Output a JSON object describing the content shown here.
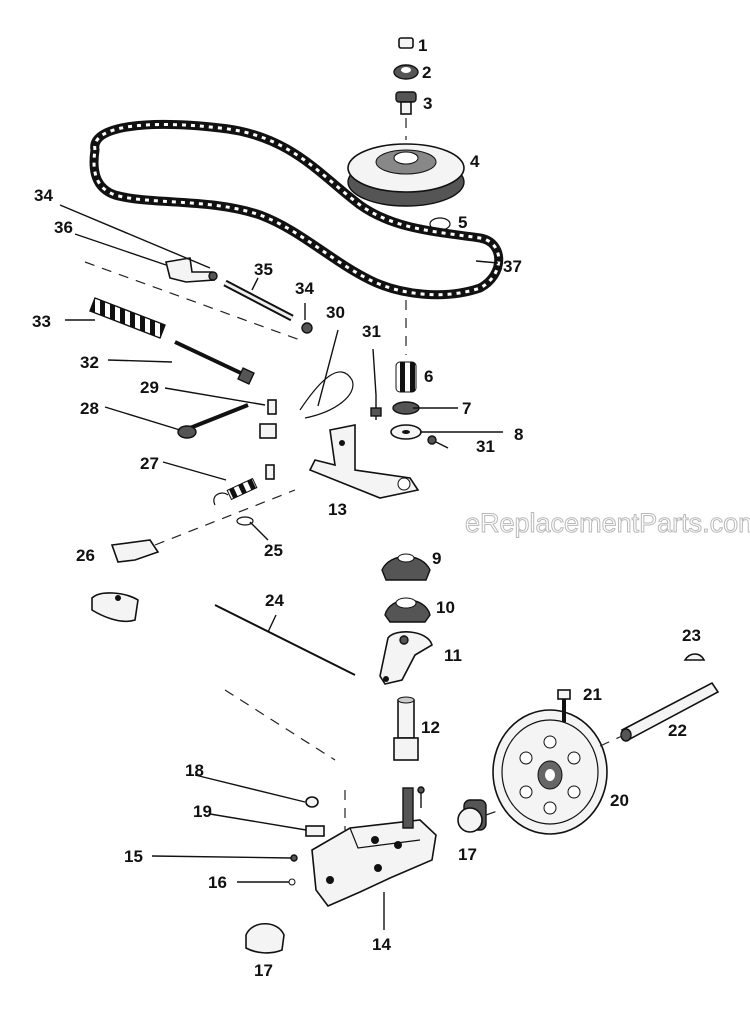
{
  "watermark": "eReplacementParts.com",
  "labels": {
    "p1": "1",
    "p2": "2",
    "p3": "3",
    "p4": "4",
    "p5": "5",
    "p6": "6",
    "p7": "7",
    "p8": "8",
    "p9": "9",
    "p10": "10",
    "p11": "11",
    "p12": "12",
    "p13": "13",
    "p14": "14",
    "p15": "15",
    "p16": "16",
    "p17a": "17",
    "p17b": "17",
    "p18": "18",
    "p19": "19",
    "p20": "20",
    "p21": "21",
    "p22": "22",
    "p23": "23",
    "p24": "24",
    "p25": "25",
    "p26": "26",
    "p27": "27",
    "p28": "28",
    "p29": "29",
    "p30": "30",
    "p31a": "31",
    "p31b": "31",
    "p32": "32",
    "p33": "33",
    "p34a": "34",
    "p34b": "34",
    "p35": "35",
    "p36": "36",
    "p37": "37"
  },
  "icons": {
    "belt": "toothed-belt-icon",
    "pulley": "pulley-icon",
    "wheel": "drive-wheel-icon",
    "spring": "spring-icon",
    "housing": "gear-housing-icon"
  }
}
